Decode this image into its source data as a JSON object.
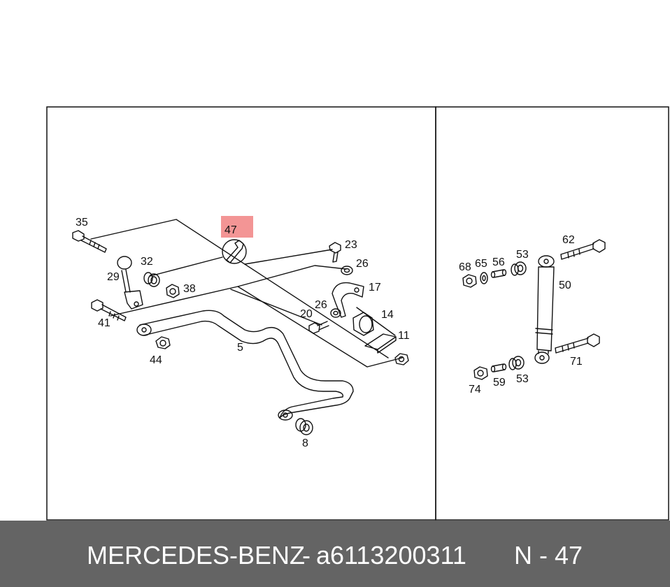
{
  "highlight_color": "#f28a8a",
  "caption_bar_color": "#646464",
  "highlighted_callout": "47",
  "left_panel": {
    "labels": [
      "35",
      "47",
      "23",
      "26",
      "17",
      "32",
      "29",
      "38",
      "26",
      "20",
      "14",
      "11",
      "41",
      "44",
      "5",
      "8"
    ]
  },
  "right_panel": {
    "labels": [
      "62",
      "68",
      "65",
      "56",
      "53",
      "50",
      "71",
      "74",
      "59",
      "53"
    ]
  },
  "caption": {
    "brand": "MERCEDES-BENZ",
    "separator": "-",
    "part_number": "a6113200311",
    "callout_ref": "N - 47"
  },
  "icons": [
    "wrench-icon"
  ]
}
